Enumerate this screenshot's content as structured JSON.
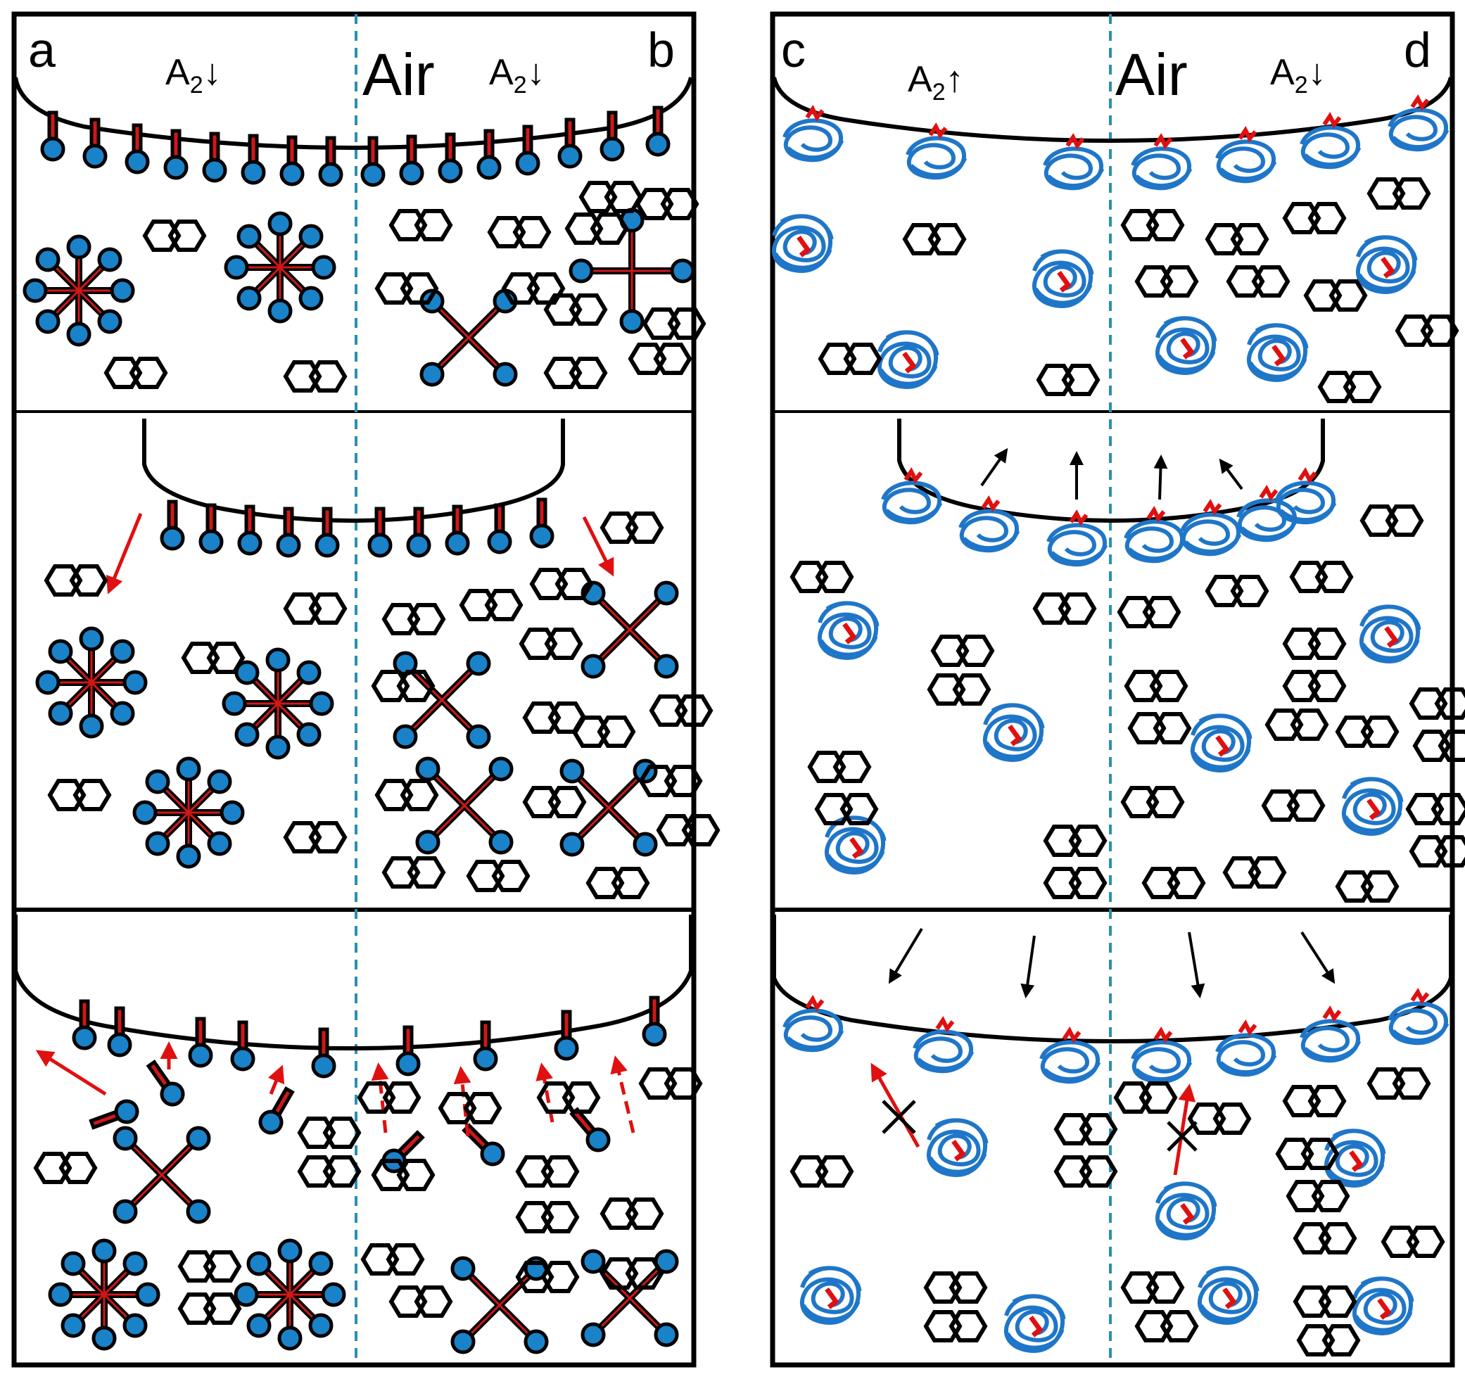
{
  "panels": {
    "a": "a",
    "b": "b",
    "c": "c",
    "d": "d"
  },
  "top_labels": {
    "left_air": "Air",
    "right_air": "Air",
    "a2_a": {
      "base": "A",
      "sub": "2",
      "arrow": "↓"
    },
    "a2_b": {
      "base": "A",
      "sub": "2",
      "arrow": "↓"
    },
    "a2_c": {
      "base": "A",
      "sub": "2",
      "arrow": "↑"
    },
    "a2_d": {
      "base": "A",
      "sub": "2",
      "arrow": "↓"
    }
  },
  "colors": {
    "head": "#1a82c8",
    "tail": "#d01818",
    "protein": "#1f76c8",
    "arrow_red": "#e01010",
    "divider": "#2a8fb0",
    "stroke": "#000000"
  },
  "icons": {
    "surfactant": "head-tail-molecule",
    "micelle": "star-micelle",
    "protein": "coiled-protein",
    "solvent": "double-hexagon"
  }
}
